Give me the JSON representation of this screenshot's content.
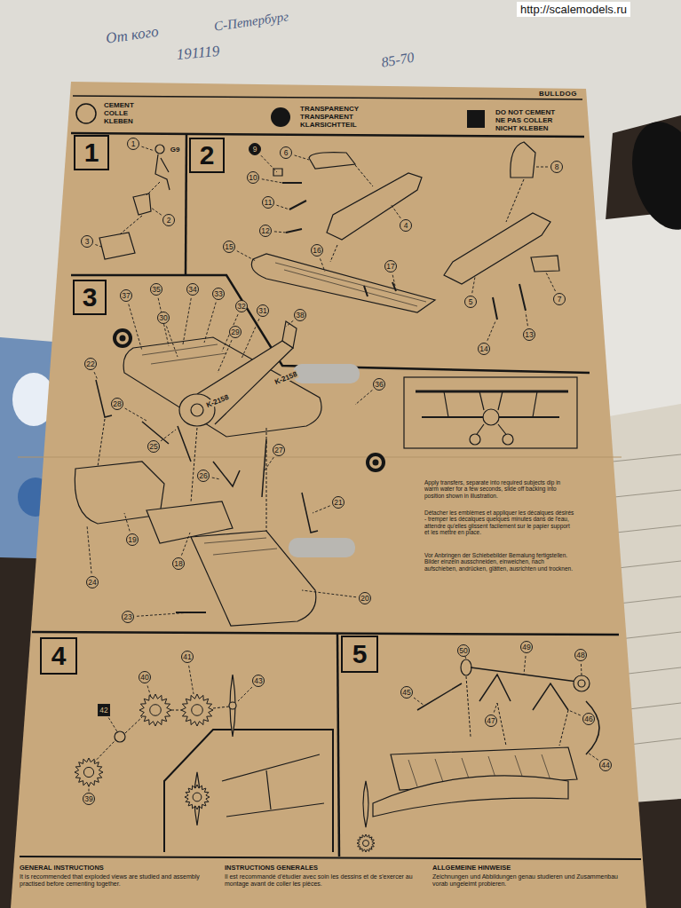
{
  "diagram": {
    "title": "BULLDOG",
    "nodes": [
      {
        "text": [
          "1"
        ]
      },
      {
        "text": [
          "2"
        ]
      },
      {
        "text": [
          "3"
        ]
      },
      {
        "text": [
          "4"
        ]
      },
      {
        "text": [
          "5"
        ]
      }
    ],
    "labels": [
      "http://scalemodels.ru",
      "От кого",
      "С-Петербург",
      "191119",
      "85-70",
      "1",
      "G9",
      "2",
      "3",
      "9",
      "6",
      "8",
      "10",
      "11",
      "12",
      "4",
      "15",
      "16",
      "5",
      "7",
      "17",
      "14",
      "13",
      "37",
      "35",
      "34",
      "33",
      "32",
      "31",
      "30",
      "29",
      "38",
      "22",
      "28",
      "25",
      "26",
      "27",
      "36",
      "21",
      "19",
      "18",
      "24",
      "23",
      "20",
      "K-2158",
      "K-2158",
      "Apply transfers, separate into required subjects dip in warm water for a few seconds, slide off backing into position shown in illustration.",
      "Détacher les emblèmes et appliquer les décalques désirés - tremper les décalques quelques minutes dans de l'eau, attendre qu'elles glissent facilement sur le papier support et les mettre en place.",
      "Vor Anbringen der Schiebebilder Bemalung fertigstellen. Bilder einzeln ausschneiden, einweichen, nach aufschieben, andrücken, glätten, ausrichten und trocknen.",
      "42",
      "40",
      "41",
      "43",
      "39",
      "50",
      "49",
      "48",
      "45",
      "47",
      "46",
      "44",
      "GENERAL INSTRUCTIONS",
      "It is recommended that exploded views are studied and assembly practised before cementing together.",
      "INSTRUCTIONS GENERALES",
      "Il est recommandé d'étudier avec soin les dessins et de s'exercer au montage avant de coller les pièces.",
      "ALLGEMEINE HINWEISE",
      "Zeichnungen und Abbildungen genau studieren und Zusammenbau vorab ungeleimt probieren."
    ],
    "legend": [
      {
        "text": "CEMENT COLLE KLEBEN"
      },
      {
        "text": "TRANSPARENCY TRANSPARENT KLARSICHTTEIL"
      },
      {
        "text": "DO NOT CEMENT NE PAS COLLER NICHT KLEBEN"
      }
    ]
  }
}
